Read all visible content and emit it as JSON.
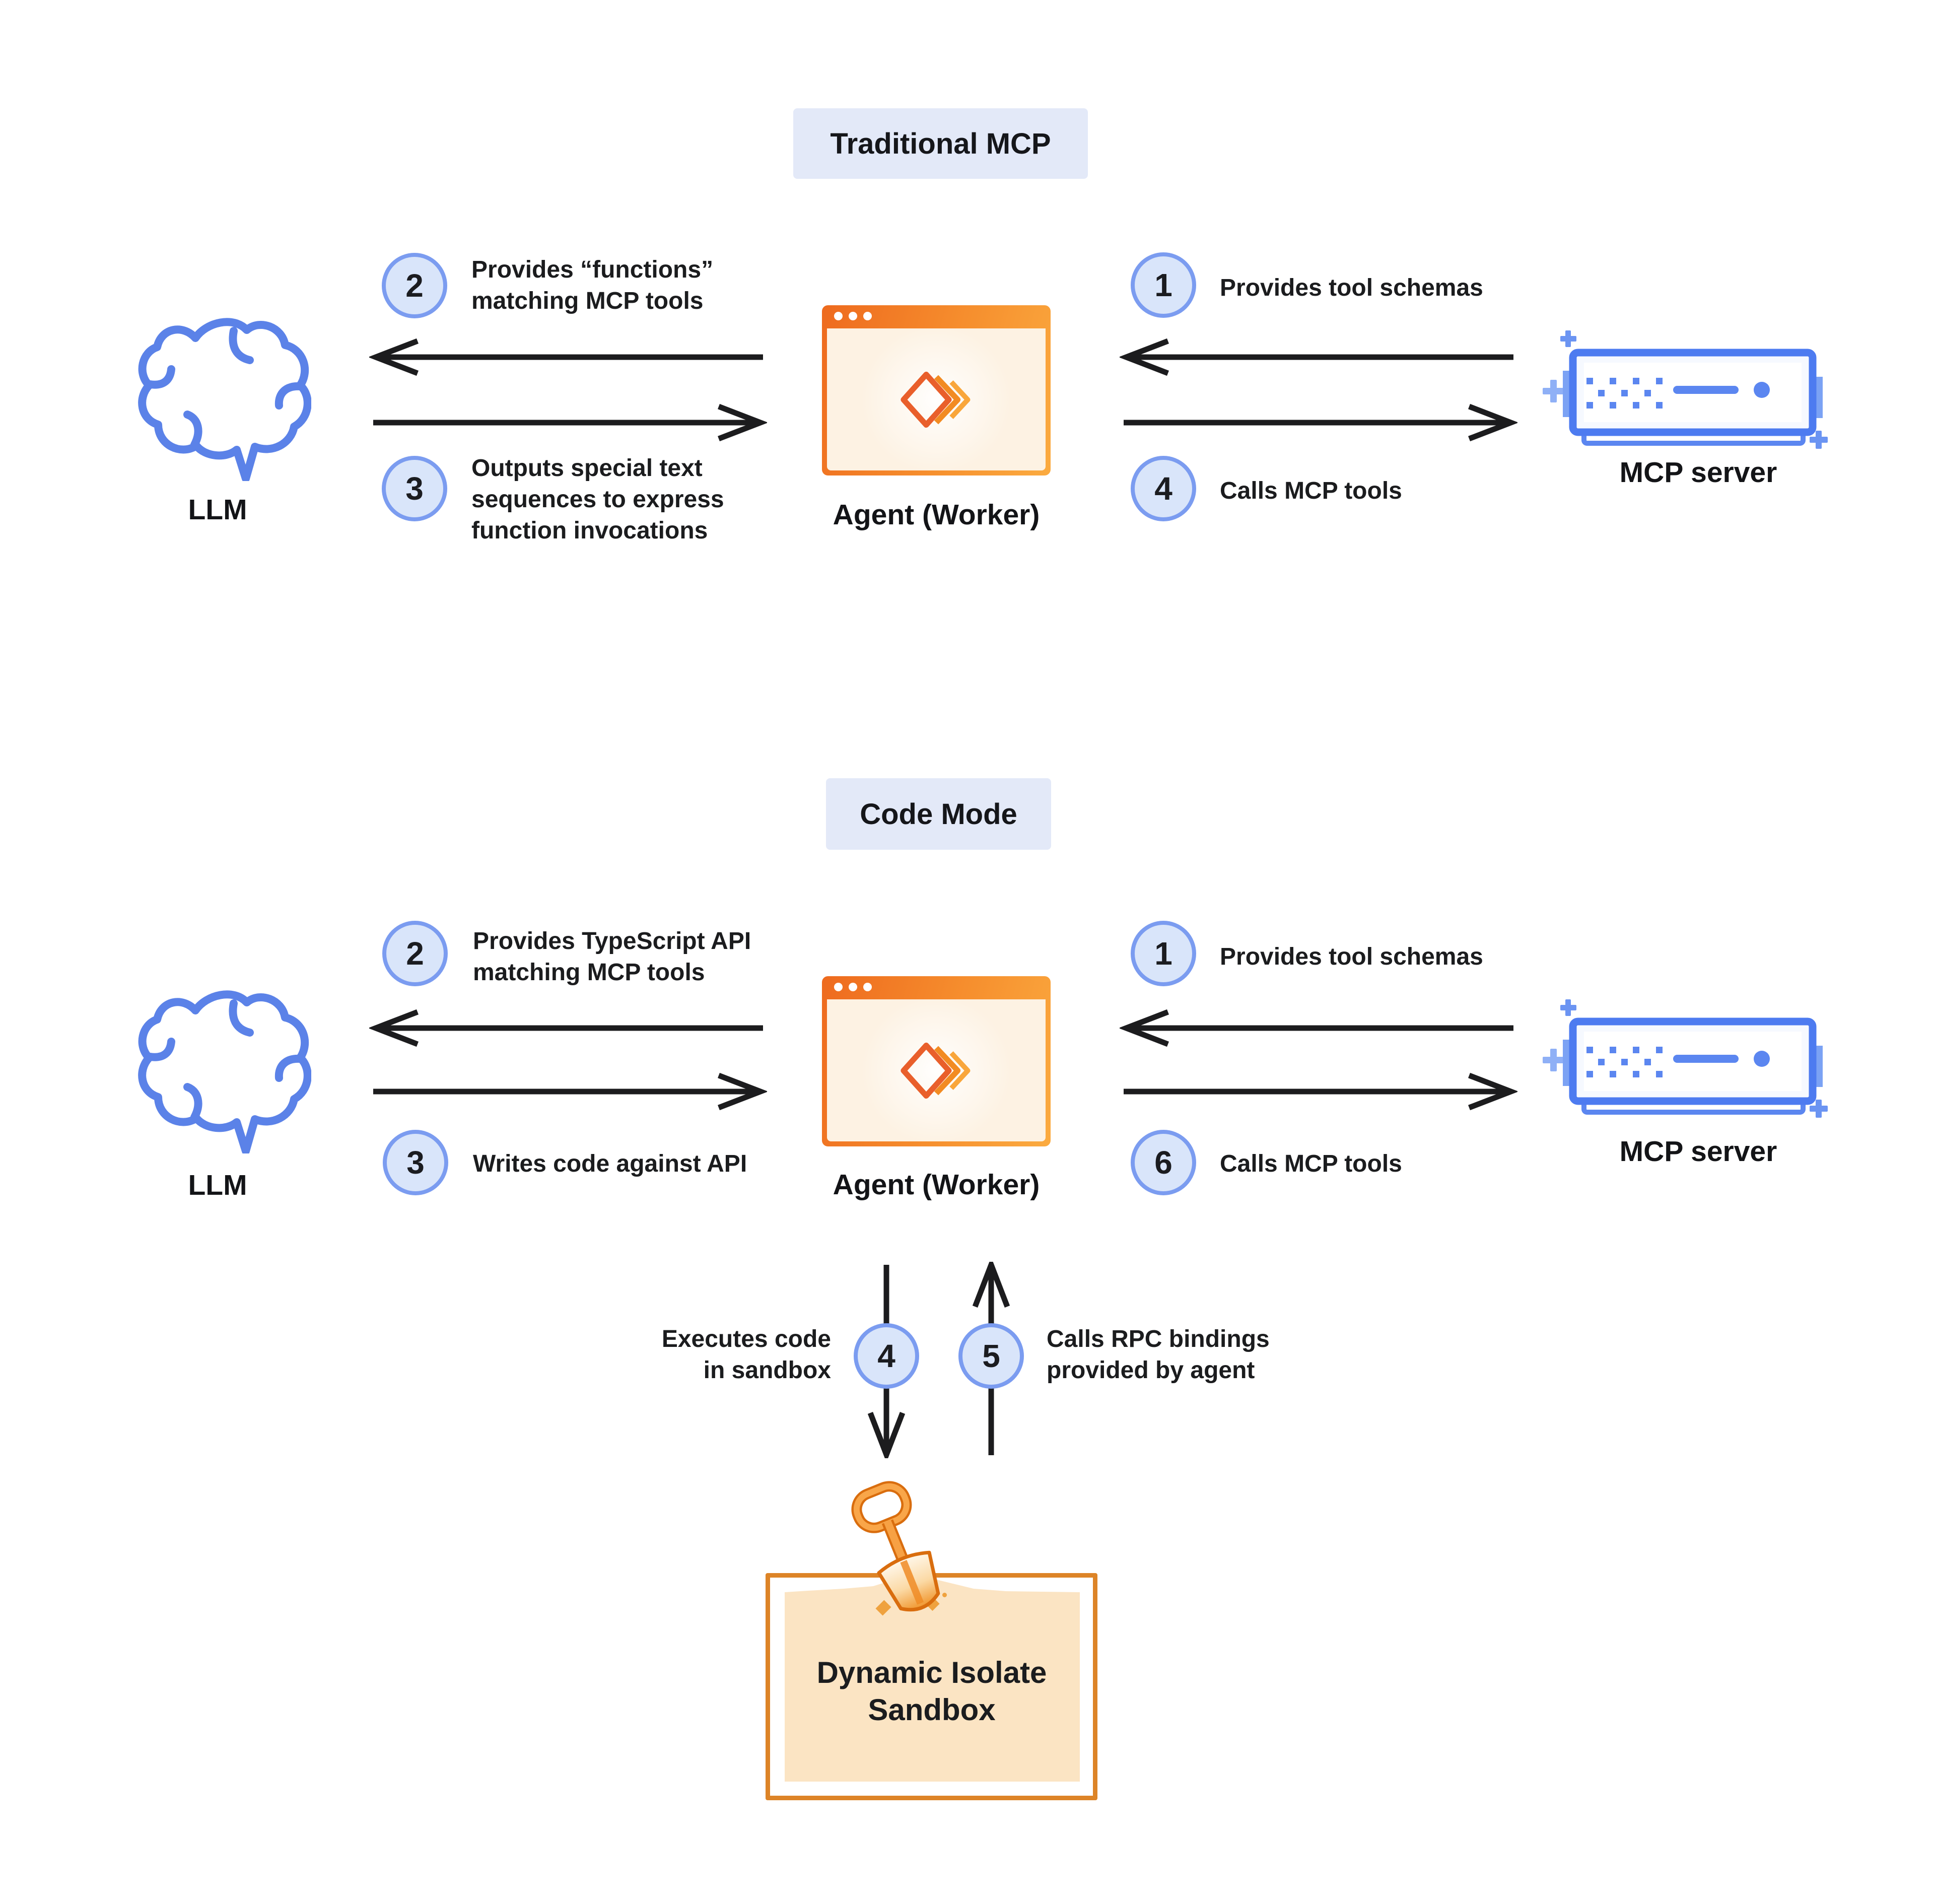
{
  "traditional": {
    "title": "Traditional MCP",
    "llm_label": "LLM",
    "agent_label": "Agent (Worker)",
    "server_label": "MCP server",
    "steps": {
      "s1": {
        "num": "1",
        "text": "Provides tool schemas"
      },
      "s2": {
        "num": "2",
        "text": "Provides “functions”\nmatching MCP tools"
      },
      "s3": {
        "num": "3",
        "text": "Outputs special text\nsequences to express\nfunction invocations"
      },
      "s4": {
        "num": "4",
        "text": "Calls MCP tools"
      }
    }
  },
  "codemode": {
    "title": "Code Mode",
    "llm_label": "LLM",
    "agent_label": "Agent (Worker)",
    "server_label": "MCP server",
    "steps": {
      "s1": {
        "num": "1",
        "text": "Provides tool schemas"
      },
      "s2": {
        "num": "2",
        "text": "Provides TypeScript API\nmatching MCP tools"
      },
      "s3": {
        "num": "3",
        "text": "Writes code against API"
      },
      "s6": {
        "num": "6",
        "text": "Calls MCP tools"
      },
      "s4": {
        "num": "4",
        "text": "Executes code\nin sandbox"
      },
      "s5": {
        "num": "5",
        "text": "Calls RPC bindings\nprovided by agent"
      }
    },
    "sandbox_label": "Dynamic Isolate\nSandbox"
  },
  "colors": {
    "blue_accent": "#5b82e8",
    "server_blue": "#4d7bf0",
    "circle_fill": "#d9e5fa",
    "circle_border": "#7b9cf0",
    "orange_accent": "#f28b22",
    "window_gradient_start": "#ee6a1e",
    "window_gradient_end": "#fbab40",
    "window_body": "#fdf2e3",
    "title_chip_bg": "#e3e9f8",
    "sand": "#fbe4c3",
    "sandbox_border": "#dd8427",
    "arrow": "#1c1c1e"
  }
}
